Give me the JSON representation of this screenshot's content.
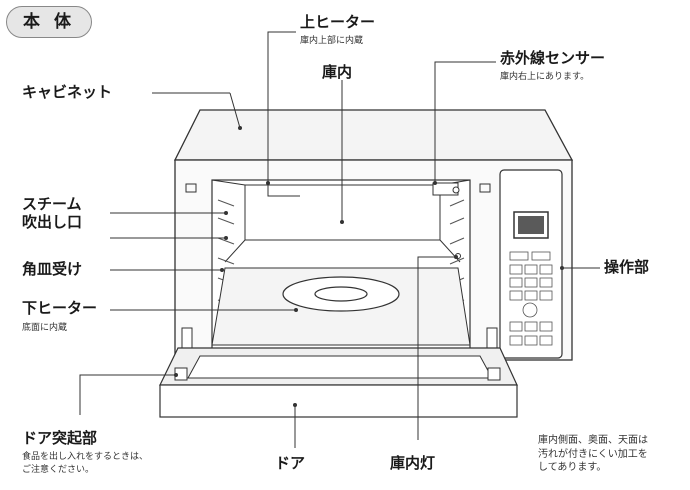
{
  "title": "本 体",
  "labels": {
    "upper_heater": "上ヒーター",
    "upper_heater_note": "庫内上部に内蔵",
    "cavity": "庫内",
    "ir_sensor": "赤外線センサー",
    "ir_sensor_note": "庫内右上にあります。",
    "cabinet": "キャビネット",
    "steam_outlet_1": "スチーム",
    "steam_outlet_2": "吹出し口",
    "tray_holder": "角皿受け",
    "lower_heater": "下ヒーター",
    "lower_heater_note": "底面に内蔵",
    "control_panel": "操作部",
    "door_protrusion": "ドア突起部",
    "door_protrusion_note_1": "食品を出し入れをするときは、",
    "door_protrusion_note_2": "ご注意ください。",
    "door": "ドア",
    "interior_light": "庫内灯",
    "coating_note_1": "庫内側面、奥面、天面は",
    "coating_note_2": "汚れが付きにくい加工を",
    "coating_note_3": "してあります。"
  },
  "colors": {
    "line": "#333333",
    "fill_light": "#f2f2f2",
    "fill_mid": "#e4e4e4",
    "screen": "#555555"
  }
}
